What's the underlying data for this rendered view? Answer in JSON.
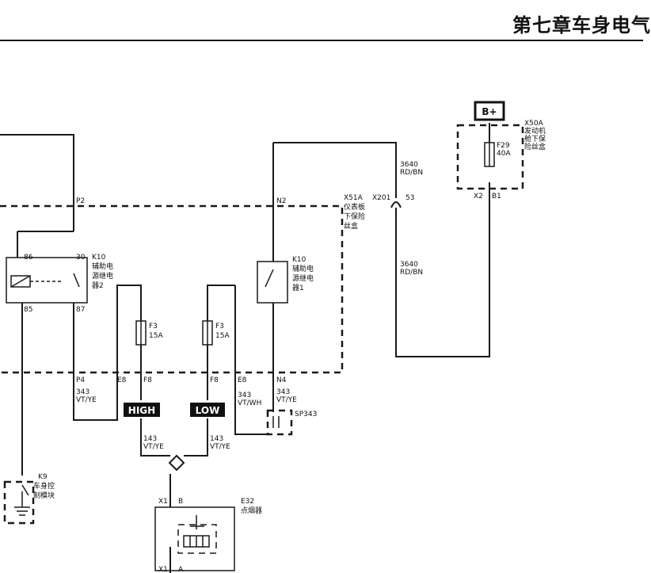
{
  "header": {
    "title": "第七章车身电气"
  },
  "colors": {
    "line": "#1a1a1a",
    "label_bg": "#111111",
    "label_fg": "#ffffff"
  },
  "icons": [
    "ground-icon",
    "fuse-icon",
    "relay-coil-icon",
    "switch-icon",
    "splice-icon"
  ],
  "labels": {
    "bplus": "B+",
    "x50a": "X50A",
    "x50a_l1": "发动机",
    "x50a_l2": "舱下保",
    "x50a_l3": "险丝盒",
    "f29": "F29",
    "f29_amp": "40A",
    "x2": "X2",
    "b1": "B1",
    "w3640_top": "3640",
    "rdbn_top": "RD/BN",
    "w3640_mid": "3640",
    "rdbn_mid": "RD/BN",
    "x51a": "X51A",
    "x201": "X201",
    "pin53": "53",
    "x51a_l1": "仪表板",
    "x51a_l2": "下保险",
    "x51a_l3": "丝盒",
    "p2": "P2",
    "n2": "N2",
    "pin86": "86",
    "pin30": "30",
    "pin85": "85",
    "pin87": "87",
    "k10_2": "K10",
    "k10_2_l1": "辅助电",
    "k10_2_l2": "源继电",
    "k10_2_l3": "器2",
    "k10_1": "K10",
    "k10_1_l1": "辅助电",
    "k10_1_l2": "源继电",
    "k10_1_l3": "器1",
    "f3_left": "F3",
    "f3_left_amp": "15A",
    "f3_right": "F3",
    "f3_right_amp": "15A",
    "p4": "P4",
    "e8_left": "E8",
    "f8_left": "F8",
    "f8_right": "F8",
    "e8_right": "E8",
    "n4": "N4",
    "w343_a": "343",
    "vtye_a": "VT/YE",
    "w343_b": "343",
    "vtwh_b": "VT/WH",
    "w343_c": "343",
    "vtye_c": "VT/YE",
    "sp343": "SP343",
    "high": "HIGH",
    "low": "LOW",
    "w143_l": "143",
    "vtye_143l": "VT/YE",
    "w143_r": "143",
    "vtye_143r": "VT/YE",
    "k9": "K9",
    "k9_l1": "车身控",
    "k9_l2": "制模块",
    "x1_top": "X1",
    "pinB": "B",
    "e32": "E32",
    "e32_l1": "点烟器",
    "x1_bot": "X1",
    "pinA": "A"
  }
}
